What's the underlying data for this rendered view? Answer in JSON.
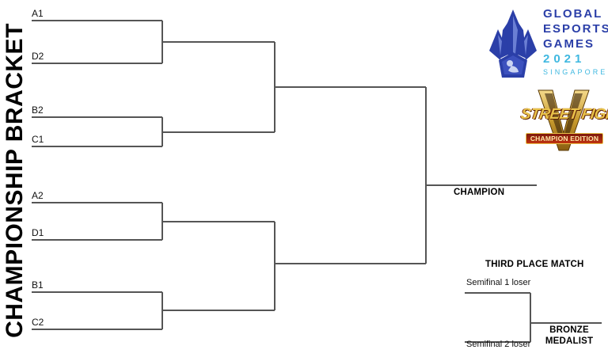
{
  "page": {
    "title": "CHAMPIONSHIP BRACKET",
    "background_color": "#ffffff",
    "line_color": "#555555"
  },
  "bracket": {
    "round1": {
      "matches": [
        {
          "id": "m1",
          "top_seed": "A1",
          "bottom_seed": "D2"
        },
        {
          "id": "m2",
          "top_seed": "B2",
          "bottom_seed": "C1"
        },
        {
          "id": "m3",
          "top_seed": "A2",
          "bottom_seed": "D1"
        },
        {
          "id": "m4",
          "top_seed": "B1",
          "bottom_seed": "C2"
        }
      ]
    },
    "final_label": "CHAMPION"
  },
  "third_place": {
    "heading": "THIRD PLACE MATCH",
    "top_entrant": "Semifinal 1 loser",
    "bottom_entrant": "Semifinal 2 loser",
    "result_label_line1": "BRONZE",
    "result_label_line2": "MEDALIST"
  },
  "logos": {
    "event": {
      "line1": "GLOBAL",
      "line2": "ESPORTS",
      "line3": "GAMES",
      "year": "2021",
      "city": "SINGAPORE",
      "primary_color": "#2B3FA8",
      "accent_color": "#3FB8E0"
    },
    "game": {
      "title": "STREET FIGHTER",
      "edition": "CHAMPION EDITION",
      "version_glyph": "V",
      "gold_color": "#E8C24A",
      "red_color": "#C0320F"
    }
  }
}
